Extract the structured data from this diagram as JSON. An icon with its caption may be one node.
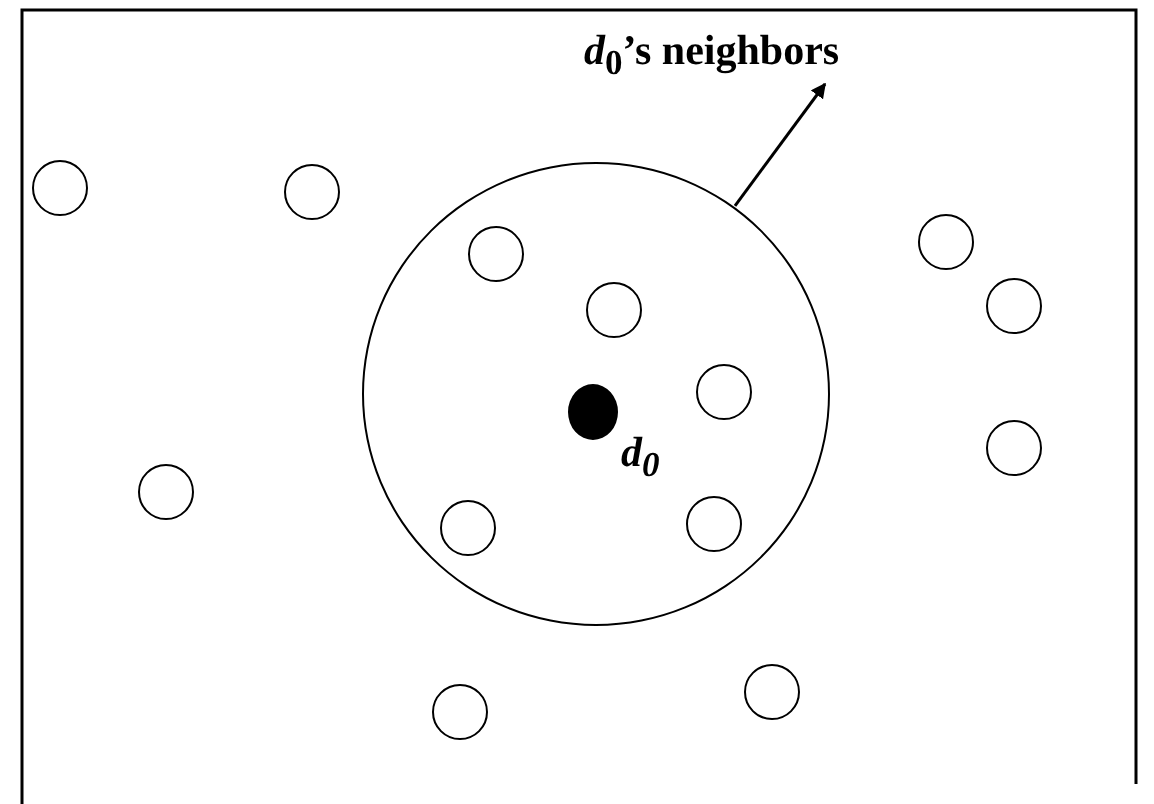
{
  "diagram": {
    "nodes": [
      {
        "text": [
          "*d*$_{0}$’s neighbors"
        ]
      },
      {
        "text": [],
        "shape": "circle"
      },
      {
        "text": [],
        "shape": "circle"
      },
      {
        "text": [],
        "shape": "circle"
      },
      {
        "text": [],
        "shape": "circle",
        "in": 3
      },
      {
        "text": [],
        "shape": "circle",
        "in": 3
      },
      {
        "text": [],
        "shape": "circle",
        "in": 3
      },
      {
        "text": [],
        "shape": "circle",
        "in": 3,
        "beside": [
          "d$_{0}$"
        ]
      },
      {
        "text": [],
        "shape": "circle",
        "in": 3
      },
      {
        "text": [],
        "shape": "circle",
        "in": 3
      },
      {
        "text": [],
        "shape": "circle"
      },
      {
        "text": [],
        "shape": "circle"
      },
      {
        "text": [],
        "shape": "circle"
      },
      {
        "text": [],
        "shape": "circle"
      },
      {
        "text": [],
        "shape": "circle"
      },
      {
        "text": [],
        "shape": "circle"
      }
    ],
    "edges": [
      {
        "from": 3,
        "to": 0,
        "arrow": "to"
      }
    ]
  }
}
